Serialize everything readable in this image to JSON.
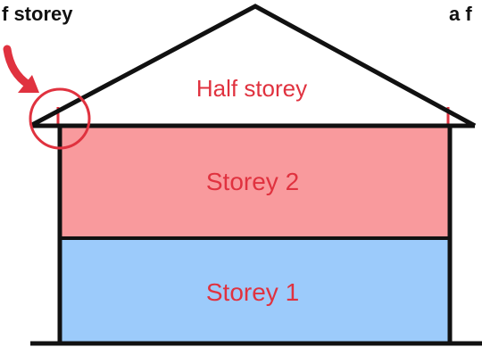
{
  "labels": {
    "corner_left": "f storey",
    "corner_right": "a f",
    "half_storey": "Half storey",
    "storey_2": "Storey 2",
    "storey_1": "Storey 1"
  },
  "colors": {
    "storey_2_fill": "#f99a9d",
    "storey_1_fill": "#9ccbfb",
    "outline": "#111111",
    "highlight": "#e0323f"
  }
}
